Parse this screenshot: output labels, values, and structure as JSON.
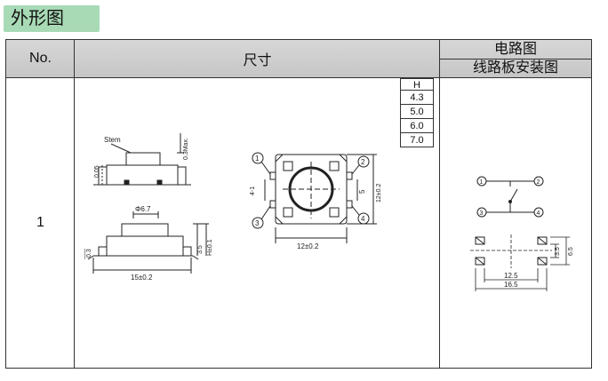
{
  "section_title": "外形图",
  "table": {
    "col_no": "No.",
    "col_dim": "尺寸",
    "col_circuit": "电路图",
    "col_pcb": "线路板安装图",
    "row_number": "1"
  },
  "height_table": {
    "header": "H",
    "values": [
      "4.3",
      "5.0",
      "6.0",
      "7.0"
    ]
  },
  "side_view": {
    "stem_label": "Stem",
    "dim_top_small": "0.05",
    "dim_max": "0.3Max.",
    "dim_diameter": "Φ6.7",
    "dim_left": "0.3",
    "dim_35": "3.5",
    "dim_h": "H±0.1",
    "dim_width": "15±0.2"
  },
  "top_view": {
    "pins": [
      "1",
      "2",
      "3",
      "4"
    ],
    "dim_41": "4-1",
    "dim_5": "5",
    "dim_12v": "12±0.2",
    "dim_12h": "12±0.2"
  },
  "circuit": {
    "pins": [
      "1",
      "2",
      "3",
      "4"
    ]
  },
  "pcb": {
    "dim_35": "3.5",
    "dim_65": "6.5",
    "dim_125": "12.5",
    "dim_165": "16.5"
  }
}
